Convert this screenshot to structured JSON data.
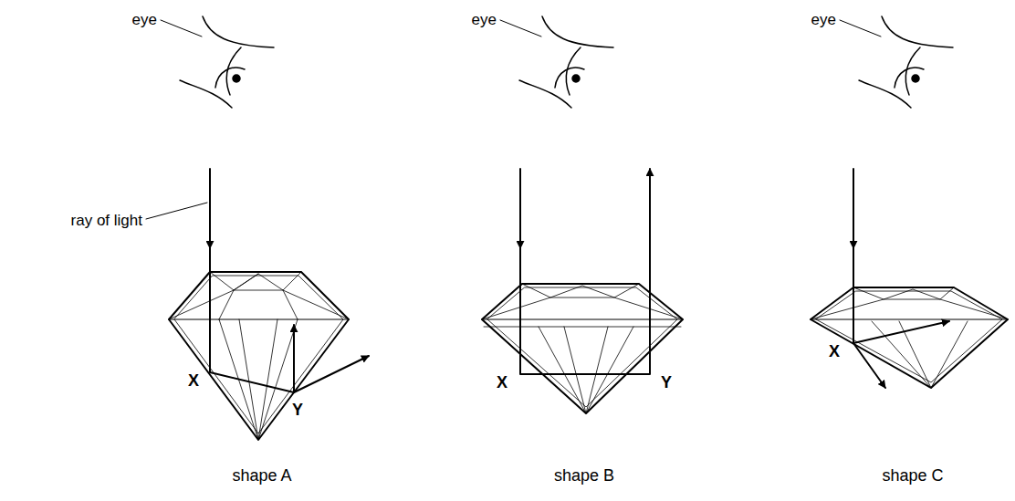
{
  "diagram": {
    "labels": [
      "eye",
      "eye",
      "eye",
      "ray of light",
      "X",
      "Y",
      "X",
      "Y",
      "X",
      "shape A",
      "shape B",
      "shape C"
    ]
  }
}
